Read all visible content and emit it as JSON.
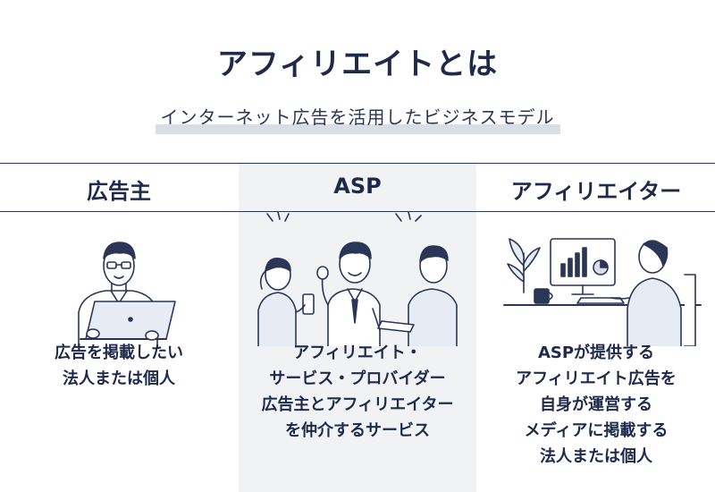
{
  "title": "アフィリエイトとは",
  "subtitle": "インターネット広告を活用したビジネスモデル",
  "columns": [
    {
      "heading": "広告主",
      "lines": [
        "広告を掲載したい",
        "法人または個人"
      ]
    },
    {
      "heading": "ASP",
      "lines": [
        "アフィリエイト・",
        "サービス・プロバイダー",
        "広告主とアフィリエイター",
        "を仲介するサービス"
      ]
    },
    {
      "heading": "アフィリエイター",
      "lines": [
        "ASPが提供する",
        "アフィリエイト広告を",
        "自身が運営する",
        "メディアに掲載する",
        "法人または個人"
      ]
    }
  ],
  "colors": {
    "navy": "#1f2a4a",
    "highlight": "#d9dde6",
    "middle_column_bg": "#f1f2f4",
    "shirt_blue": "#e6ebf4"
  }
}
